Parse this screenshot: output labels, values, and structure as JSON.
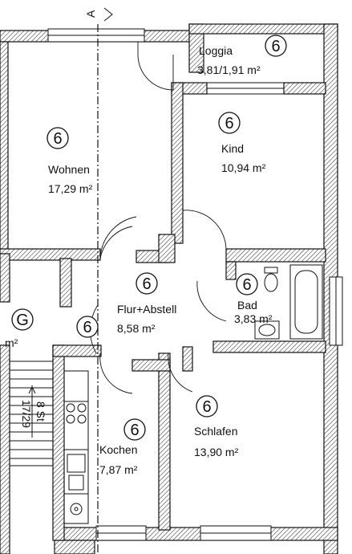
{
  "section_marker": "A",
  "rooms": [
    {
      "id": "loggia",
      "name": "Loggia",
      "area": "3,81/1,91 m²",
      "badge": "6"
    },
    {
      "id": "kind",
      "name": "Kind",
      "area": "10,94 m²",
      "badge": "6"
    },
    {
      "id": "wohnen",
      "name": "Wohnen",
      "area": "17,29 m²",
      "badge": "6"
    },
    {
      "id": "flur",
      "name": "Flur+Abstell",
      "area": "8,58 m²",
      "badge": "6"
    },
    {
      "id": "bad",
      "name": "Bad",
      "area": "3,83 m²",
      "badge": "6"
    },
    {
      "id": "kochen",
      "name": "Kochen",
      "area": "7,87 m²",
      "badge": "6"
    },
    {
      "id": "schlafen",
      "name": "Schlafen",
      "area": "13,90 m²",
      "badge": "6"
    }
  ],
  "flur_extra_badge": "6",
  "left_badge": "G",
  "left_partial_unit": "m²",
  "stair_label": "8 St",
  "stair_dims": "17/29"
}
